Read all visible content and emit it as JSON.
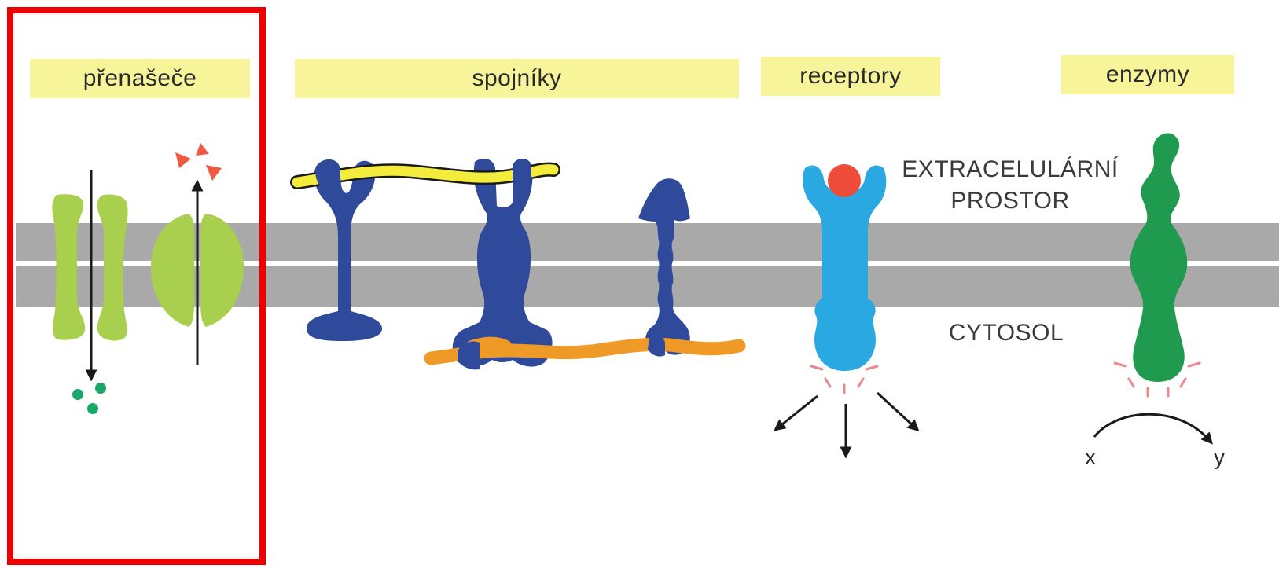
{
  "categories": {
    "transporters": "přenašeče",
    "linkers": "spojníky",
    "receptors": "receptory",
    "enzymes": "enzymy"
  },
  "regions": {
    "extracellular_line1": "EXTRACELULÁRNÍ",
    "extracellular_line2": "PROSTOR",
    "cytosol": "CYTOSOL"
  },
  "reaction": {
    "substrate": "x",
    "product": "y"
  },
  "colors": {
    "label_background": "#f7f49a",
    "membrane": "#a9a9a9",
    "highlight_box": "#ee0000",
    "transporter": "#a9cf4f",
    "linker": "#2f4a9a",
    "receptor": "#2aa8e2",
    "enzyme": "#1f9a4e",
    "ligand": "#ee4b3a",
    "yellow_filament": "#f3ec3c",
    "orange_filament": "#ef9a26",
    "solute_green": "#1aa86a",
    "solute_red": "#ef5a40"
  },
  "highlight": {
    "target": "transporters"
  }
}
